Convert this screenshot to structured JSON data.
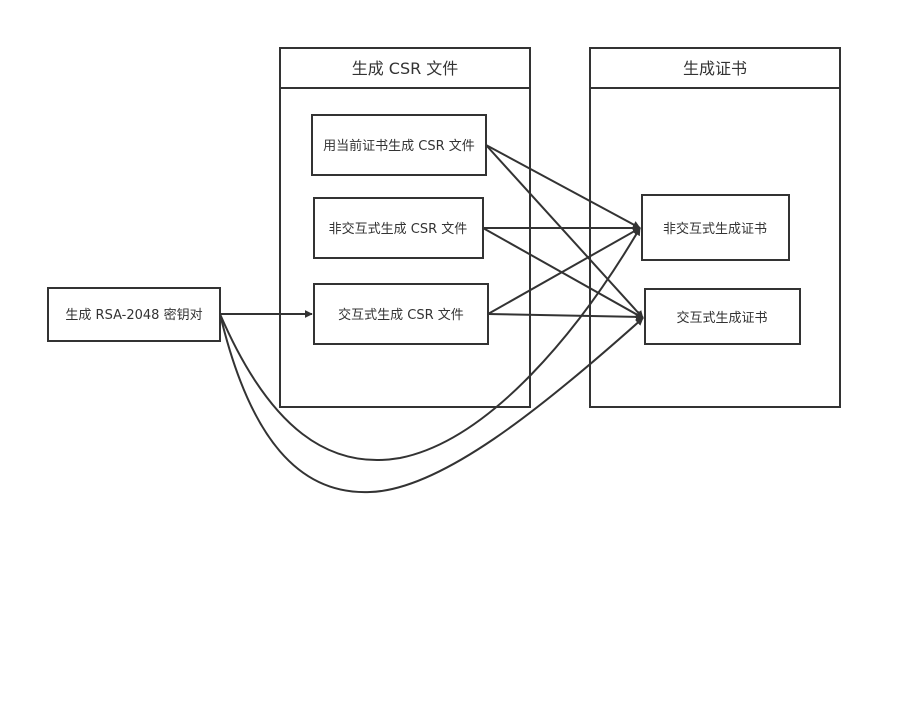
{
  "diagram": {
    "containers": {
      "csr": {
        "title": "生成 CSR 文件"
      },
      "cert": {
        "title": "生成证书"
      }
    },
    "nodes": {
      "keypair": {
        "label": "生成 RSA-2048 密钥对"
      },
      "csr_current": {
        "label": "用当前证书生成 CSR 文件"
      },
      "csr_noninteractive": {
        "label": "非交互式生成 CSR 文件"
      },
      "csr_interactive": {
        "label": "交互式生成 CSR 文件"
      },
      "cert_noninteractive": {
        "label": "非交互式生成证书"
      },
      "cert_interactive": {
        "label": "交互式生成证书"
      }
    },
    "edges": [
      {
        "from": "keypair",
        "to": "csr_interactive"
      },
      {
        "from": "keypair",
        "to": "cert_noninteractive"
      },
      {
        "from": "keypair",
        "to": "cert_interactive"
      },
      {
        "from": "csr_current",
        "to": "cert_noninteractive"
      },
      {
        "from": "csr_current",
        "to": "cert_interactive"
      },
      {
        "from": "csr_noninteractive",
        "to": "cert_noninteractive"
      },
      {
        "from": "csr_noninteractive",
        "to": "cert_interactive"
      },
      {
        "from": "csr_interactive",
        "to": "cert_noninteractive"
      },
      {
        "from": "csr_interactive",
        "to": "cert_interactive"
      }
    ],
    "colors": {
      "stroke": "#333333",
      "text": "#333333",
      "background": "#ffffff"
    }
  }
}
